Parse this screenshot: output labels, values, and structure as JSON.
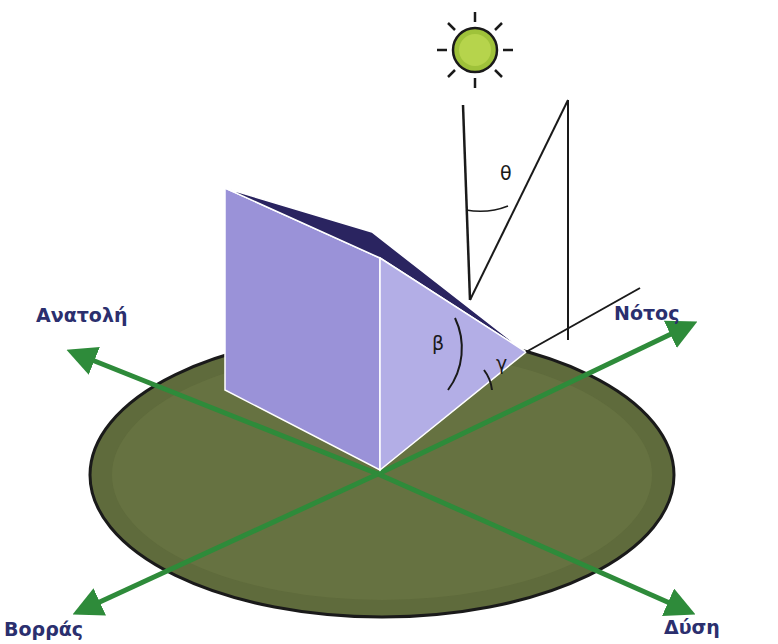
{
  "diagram": {
    "labels": [
      "θ",
      "Ανατολή",
      "Νότος",
      "β",
      "γ",
      "Δύση",
      "Βορράς"
    ]
  }
}
